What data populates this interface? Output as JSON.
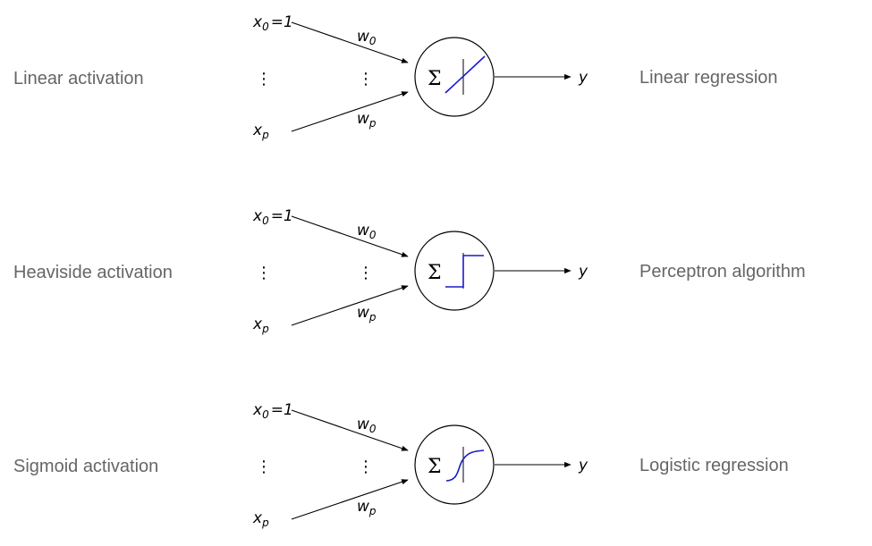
{
  "colors": {
    "activation_curve": "#1a1acc",
    "label_text": "#666666",
    "ink": "#000000"
  },
  "math": {
    "x0": "x",
    "x0_sub": "0",
    "x0_eq": "=1",
    "xp": "x",
    "xp_sub": "p",
    "w0": "w",
    "w0_sub": "0",
    "wp": "w",
    "wp_sub": "p",
    "dots": "⋮",
    "sigma": "Σ",
    "output": "y"
  },
  "rows": [
    {
      "activation": "Linear activation",
      "curve": "linear",
      "method": "Linear regression"
    },
    {
      "activation": "Heaviside activation",
      "curve": "heaviside",
      "method": "Perceptron algorithm"
    },
    {
      "activation": "Sigmoid activation",
      "curve": "sigmoid",
      "method": "Logistic regression"
    }
  ]
}
